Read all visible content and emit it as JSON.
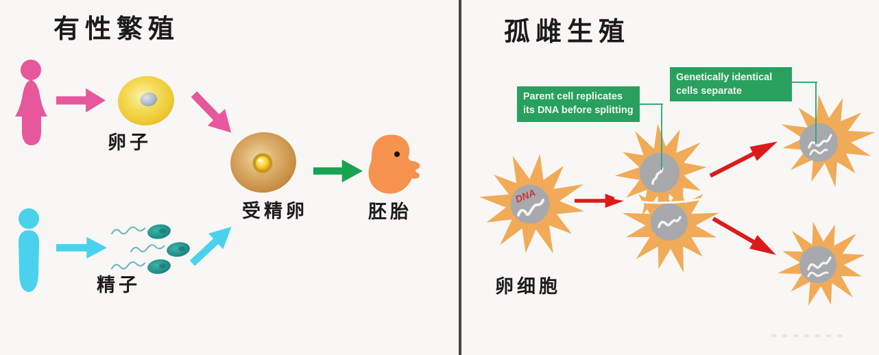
{
  "left_panel": {
    "title": "有性繁殖",
    "egg_label": "卵子",
    "sperm_label": "精子",
    "zygote_label": "受精卵",
    "embryo_label": "胚胎"
  },
  "right_panel": {
    "title": "孤雌生殖",
    "parent_callout": "Parent cell replicates its DNA before splitting",
    "separate_callout": "Genetically identical cells separate",
    "egg_cell_label": "卵细胞",
    "dna_label": "DNA"
  },
  "colors": {
    "female_pink": "#e7579c",
    "male_cyan": "#4ad2ec",
    "egg_yellow": "#f2d442",
    "zygote_brown": "#c8934f",
    "embryo_orange": "#f6934e",
    "cell_orange": "#f1ab58",
    "nucleus_gray": "#a7a9ad",
    "sperm_teal": "#1f8f8c",
    "arrow_green": "#18a350",
    "arrow_red": "#dd1a1a",
    "callout_green": "#2aa05e",
    "connector_green": "#3aa87c",
    "divider_gray": "#454545",
    "background": "#f8f7f5"
  }
}
